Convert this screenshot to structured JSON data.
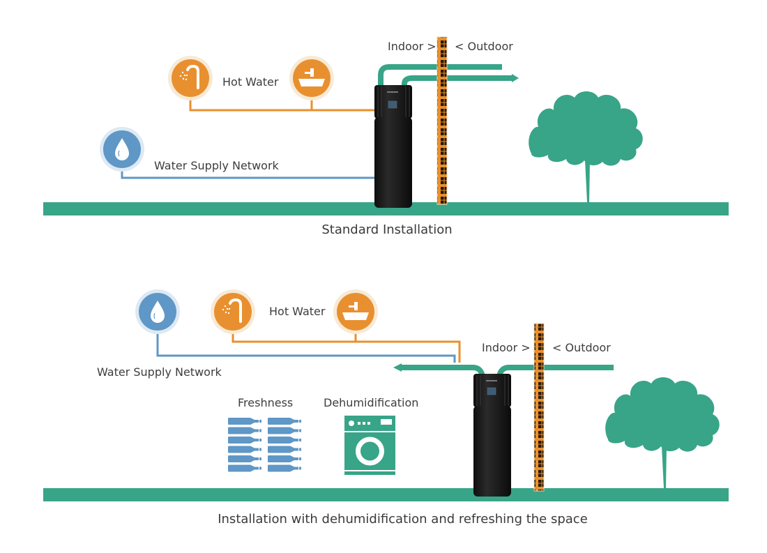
{
  "colors": {
    "ground": "#38a488",
    "hot_water": "#e8902f",
    "hot_water_halo": "#f7ead6",
    "cold_water": "#5f97c6",
    "cold_water_halo": "#dde9f3",
    "duct": "#38a488",
    "heat_pump": "#1c1c1c",
    "wall_fill": "#e8902f",
    "wall_cell": "#2a1a0a",
    "text": "#3a3a3a"
  },
  "diagrams": [
    {
      "id": "standard",
      "caption": "Standard Installation",
      "labels": {
        "indoor": "Indoor >",
        "outdoor": "< Outdoor",
        "hot_water": "Hot Water",
        "water_supply": "Water Supply Network"
      },
      "icons": [
        "shower-icon",
        "sink-icon",
        "water-drop-icon",
        "heat-pump",
        "wall",
        "tree-icon"
      ]
    },
    {
      "id": "dehumidification",
      "caption": "Installation with dehumidification and refreshing the space",
      "labels": {
        "indoor": "Indoor >",
        "outdoor": "< Outdoor",
        "hot_water": "Hot Water",
        "water_supply": "Water Supply Network",
        "freshness": "Freshness",
        "dehumidification": "Dehumidification"
      },
      "icons": [
        "water-drop-icon",
        "shower-icon",
        "sink-icon",
        "bottles-icon",
        "washing-machine-icon",
        "heat-pump",
        "wall",
        "tree-icon"
      ]
    }
  ]
}
